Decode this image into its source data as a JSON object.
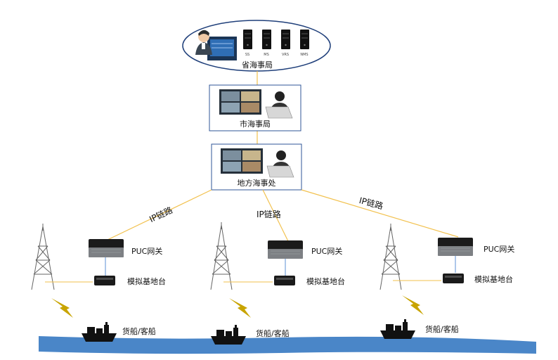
{
  "provincial": {
    "title": "省海事局",
    "servers": [
      {
        "label": "SS"
      },
      {
        "label": "MS"
      },
      {
        "label": "VRS"
      },
      {
        "label": "NMS"
      }
    ]
  },
  "city": {
    "title": "市海事局"
  },
  "local": {
    "title": "地方海事处"
  },
  "branches": [
    {
      "link_label": "IP链路",
      "gateway_label": "PUC网关",
      "base_label": "模拟基地台",
      "ship_label": "货船/客船"
    },
    {
      "link_label": "IP链路",
      "gateway_label": "PUC网关",
      "base_label": "模拟基地台",
      "ship_label": "货船/客船"
    },
    {
      "link_label": "IP链路",
      "gateway_label": "PUC网关",
      "base_label": "模拟基地台",
      "ship_label": "货船/客船"
    }
  ],
  "colors": {
    "link_line": "#f2c14e",
    "box_border": "#2f5597",
    "ellipse_border": "#1f3f7a",
    "sea": "#4a86c8",
    "lightning": "#c8a400"
  }
}
